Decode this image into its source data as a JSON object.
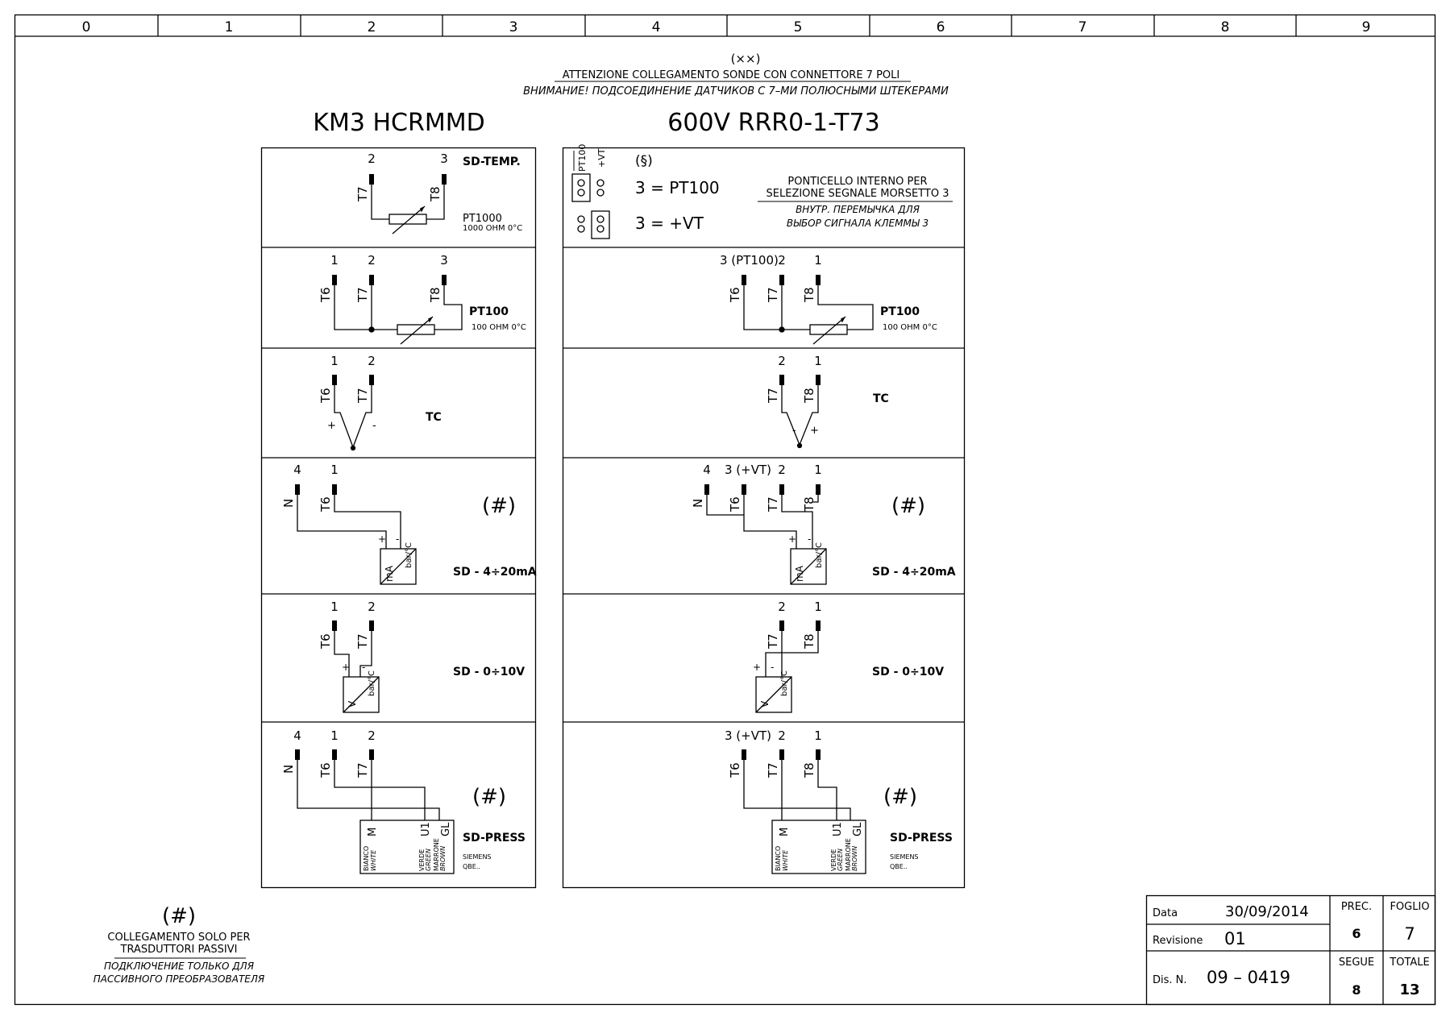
{
  "ruler": {
    "columns": [
      "0",
      "1",
      "2",
      "3",
      "4",
      "5",
      "6",
      "7",
      "8",
      "9"
    ]
  },
  "header": {
    "marker": "(××)",
    "line_it": "ATTENZIONE COLLEGAMENTO SONDE CON CONNETTORE 7 POLI",
    "line_ru": "ВНИМАНИЕ! ПОДСОЕДИНЕНИЕ ДАТЧИКОВ С 7–МИ ПОЛЮСНЫМИ ШТЕКЕРАМИ"
  },
  "left_title": "KM3 HCRMMD",
  "right_title": "600V RRR0-1-T73",
  "pins": {
    "n1": "1",
    "n2": "2",
    "n3": "3",
    "n4": "4",
    "pt100": "3 (PT100)",
    "vt": "3 (+VT)"
  },
  "terminals": {
    "T6": "T6",
    "T7": "T7",
    "T8": "T8",
    "N": "N"
  },
  "signs": {
    "plus": "+",
    "minus": "-"
  },
  "sensors": {
    "sd_temp": "SD-TEMP.",
    "pt1000": "PT1000",
    "pt1000_spec": "1000 OHM 0°C",
    "pt100": "PT100",
    "pt100_spec": "100 OHM 0°C",
    "tc": "TC",
    "sd_420": "SD - 4÷20mA",
    "sd_010": "SD - 0÷10V",
    "sd_press": "SD-PRESS",
    "siemens": "SIEMENS",
    "qbe": "QBE..",
    "passive": "(#)"
  },
  "transducer": {
    "ma": "mA",
    "v": "V",
    "bar": "bar/°C"
  },
  "press_sensor": {
    "m": "M",
    "u1": "U1",
    "gl": "GL",
    "bianco": "BIANCO",
    "white": "WHITE",
    "verde": "VERDE",
    "green": "GREEN",
    "marrone": "MARRONE",
    "brown": "BROWN"
  },
  "jumper": {
    "head_pt100": "PT100",
    "head_vt": "+VT",
    "section": "(§)",
    "opt1": "3 = PT100",
    "opt2": "3 = +VT",
    "note_it_1": "PONTICELLO INTERNO PER",
    "note_it_2": "SELEZIONE SEGNALE MORSETTO 3",
    "note_ru_1": "ВНУТР. ПЕРЕМЫЧКА ДЛЯ",
    "note_ru_2": "ВЫБОР СИГНАЛА КЛЕММЫ 3"
  },
  "footnote": {
    "marker": "(#)",
    "it_1": "COLLEGAMENTO SOLO PER",
    "it_2": "TRASDUTTORI PASSIVI",
    "ru_1": "ПОДКЛЮЧЕНИЕ ТОЛЬКО ДЛЯ",
    "ru_2": "ПАССИВНОГО ПРЕОБРАЗОВАТЕЛЯ"
  },
  "title_block": {
    "data_label": "Data",
    "data_value": "30/09/2014",
    "rev_label": "Revisione",
    "rev_value": "01",
    "dis_label": "Dis. N.",
    "dis_value": "09 – 0419",
    "prec_label": "PREC.",
    "prec_value": "6",
    "foglio_label": "FOGLIO",
    "foglio_value": "7",
    "segue_label": "SEGUE",
    "segue_value": "8",
    "totale_label": "TOTALE",
    "totale_value": "13"
  }
}
